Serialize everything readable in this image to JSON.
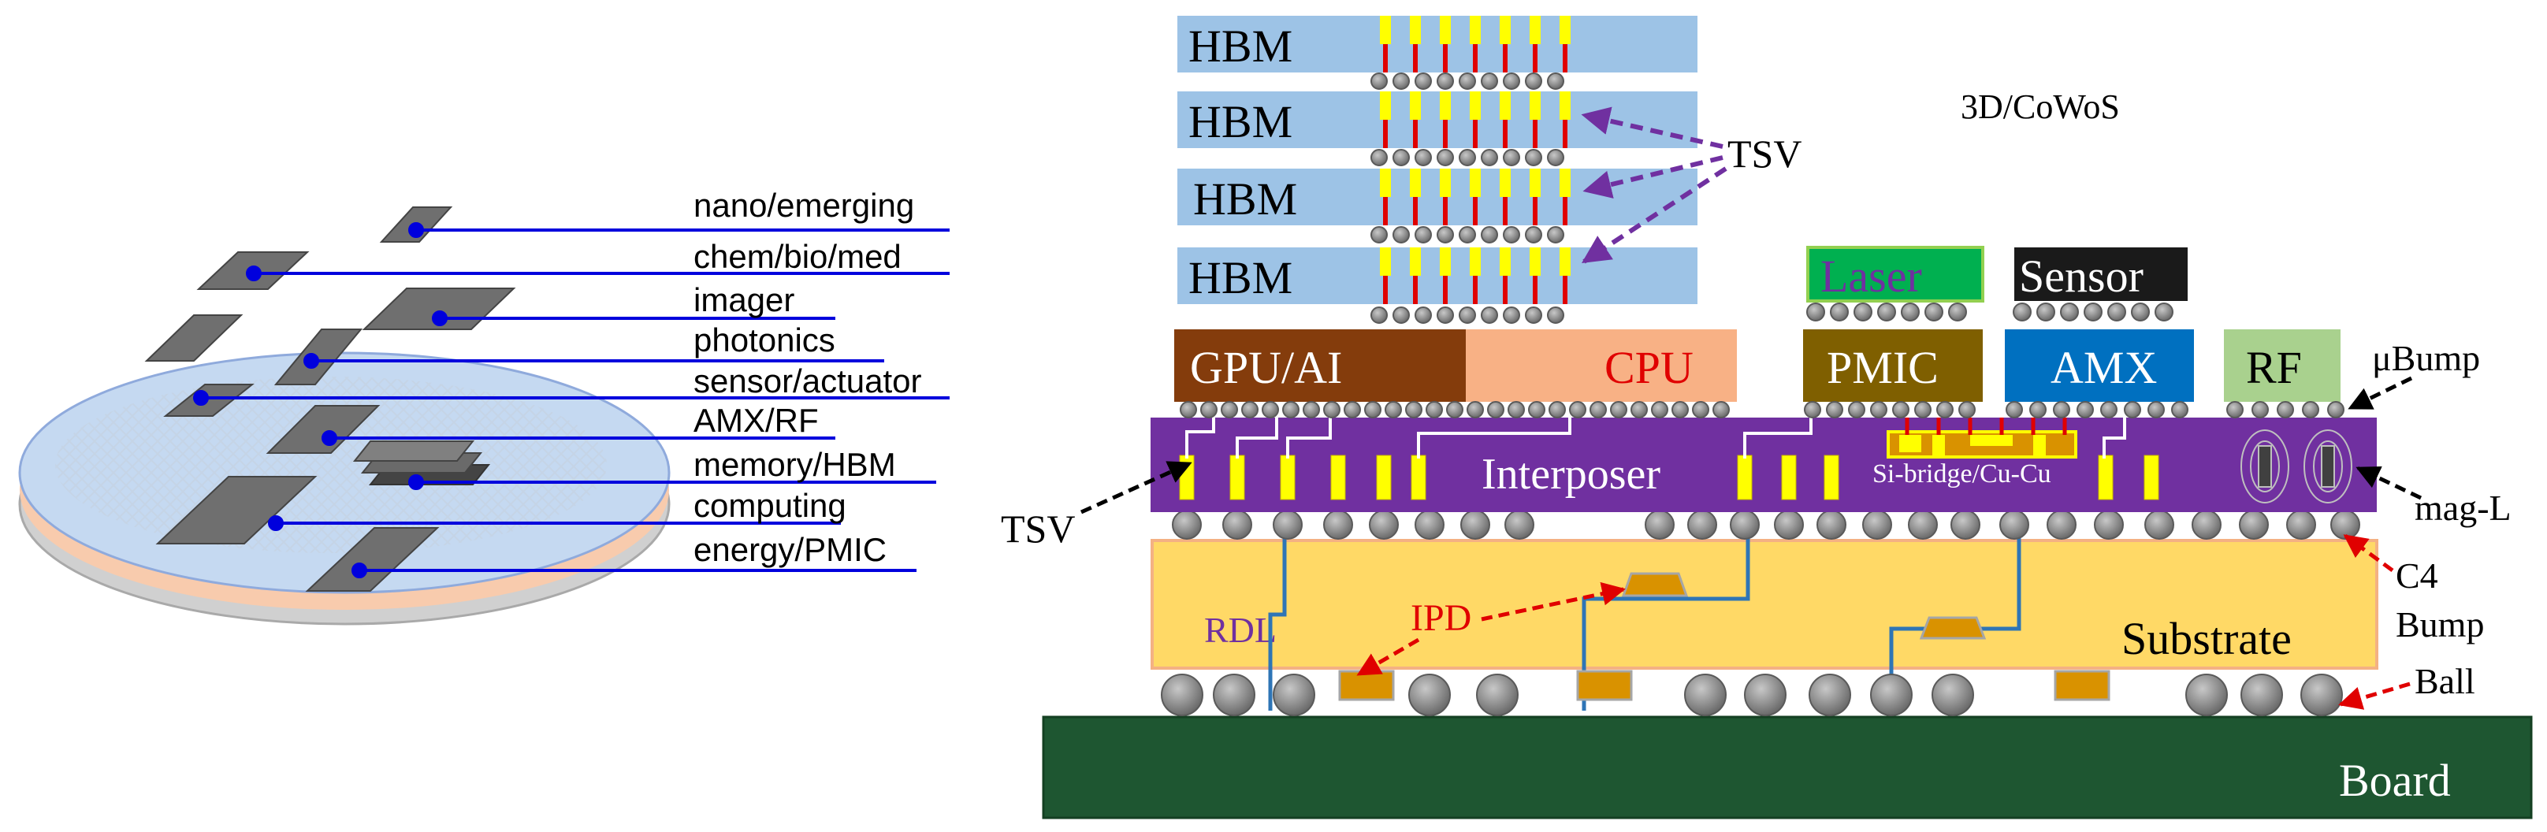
{
  "wafer_labels": {
    "nano": "nano/emerging",
    "chem": "chem/bio/med",
    "imager": "imager",
    "photonics": "photonics",
    "sensor": "sensor/actuator",
    "amx": "AMX/RF",
    "memory": "memory/HBM",
    "computing": "computing",
    "energy": "energy/PMIC"
  },
  "package": {
    "title": "3D/CoWoS",
    "hbm": [
      "HBM",
      "HBM",
      "HBM",
      "HBM"
    ],
    "tsv_top": "TSV",
    "gpu": "GPU/AI",
    "cpu": "CPU",
    "laser": "Laser",
    "sensor": "Sensor",
    "pmic": "PMIC",
    "amx": "AMX",
    "rf": "RF",
    "ubump": "μBump",
    "interposer": "Interposer",
    "si_bridge": "Si-bridge/Cu-Cu",
    "tsv_left": "TSV",
    "mag_l": "mag-L",
    "c4": "C4",
    "bump": "Bump",
    "rdl": "RDL",
    "ipd": "IPD",
    "substrate": "Substrate",
    "ball": "Ball",
    "board": "Board"
  },
  "colors": {
    "hbm": "#9dc3e6",
    "tsv_yellow": "#ffff00",
    "tsv_red": "#e00000",
    "gpu": "#843c0c",
    "cpu": "#f8b185",
    "laser": "#00b050",
    "sensor": "#1a1a1a",
    "pmic": "#7f5f00",
    "amx": "#0070c0",
    "rf": "#a9d18e",
    "interposer": "#7030a0",
    "substrate": "#ffd966",
    "board": "#1e5631",
    "bump": "#8c8c8c",
    "ipd": "#d99200",
    "arrow_purple": "#7030a0",
    "arrow_red": "#e00000",
    "leader": "#0000dd",
    "chip": "#6f6f6f"
  }
}
